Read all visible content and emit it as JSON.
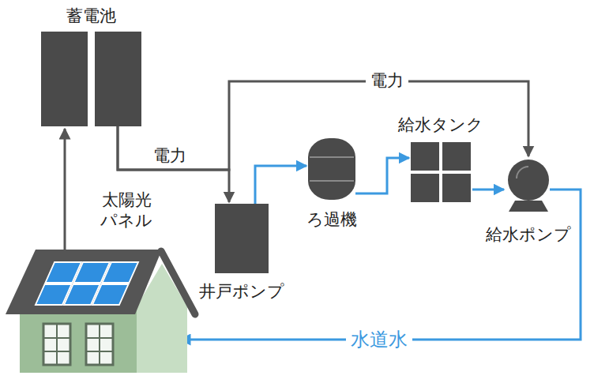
{
  "diagram": {
    "nodes": [
      {
        "text": [
          "蓄電池"
        ]
      },
      {
        "text": [
          "給水タンク"
        ]
      },
      {
        "text": [
          "ろ過機"
        ]
      },
      {
        "text": [
          "太陽光パネル"
        ]
      },
      {
        "text": [
          "井戸ポンプ"
        ]
      },
      {
        "text": [
          "給水ポンプ"
        ]
      }
    ],
    "edges": [
      {
        "from": 3,
        "to": 0,
        "arrow": "to"
      },
      {
        "from": 0,
        "to": 4,
        "label": "電力",
        "arrow": "to"
      },
      {
        "from": 0,
        "to": 5,
        "label": "電力",
        "arrow": "to"
      },
      {
        "from": 4,
        "to": 2,
        "arrow": "to"
      },
      {
        "from": 2,
        "to": 1,
        "arrow": "to"
      },
      {
        "from": 1,
        "to": 5,
        "arrow": "to"
      },
      {
        "from": 5,
        "to": 3,
        "label": "水道水",
        "arrow": "to"
      }
    ]
  }
}
